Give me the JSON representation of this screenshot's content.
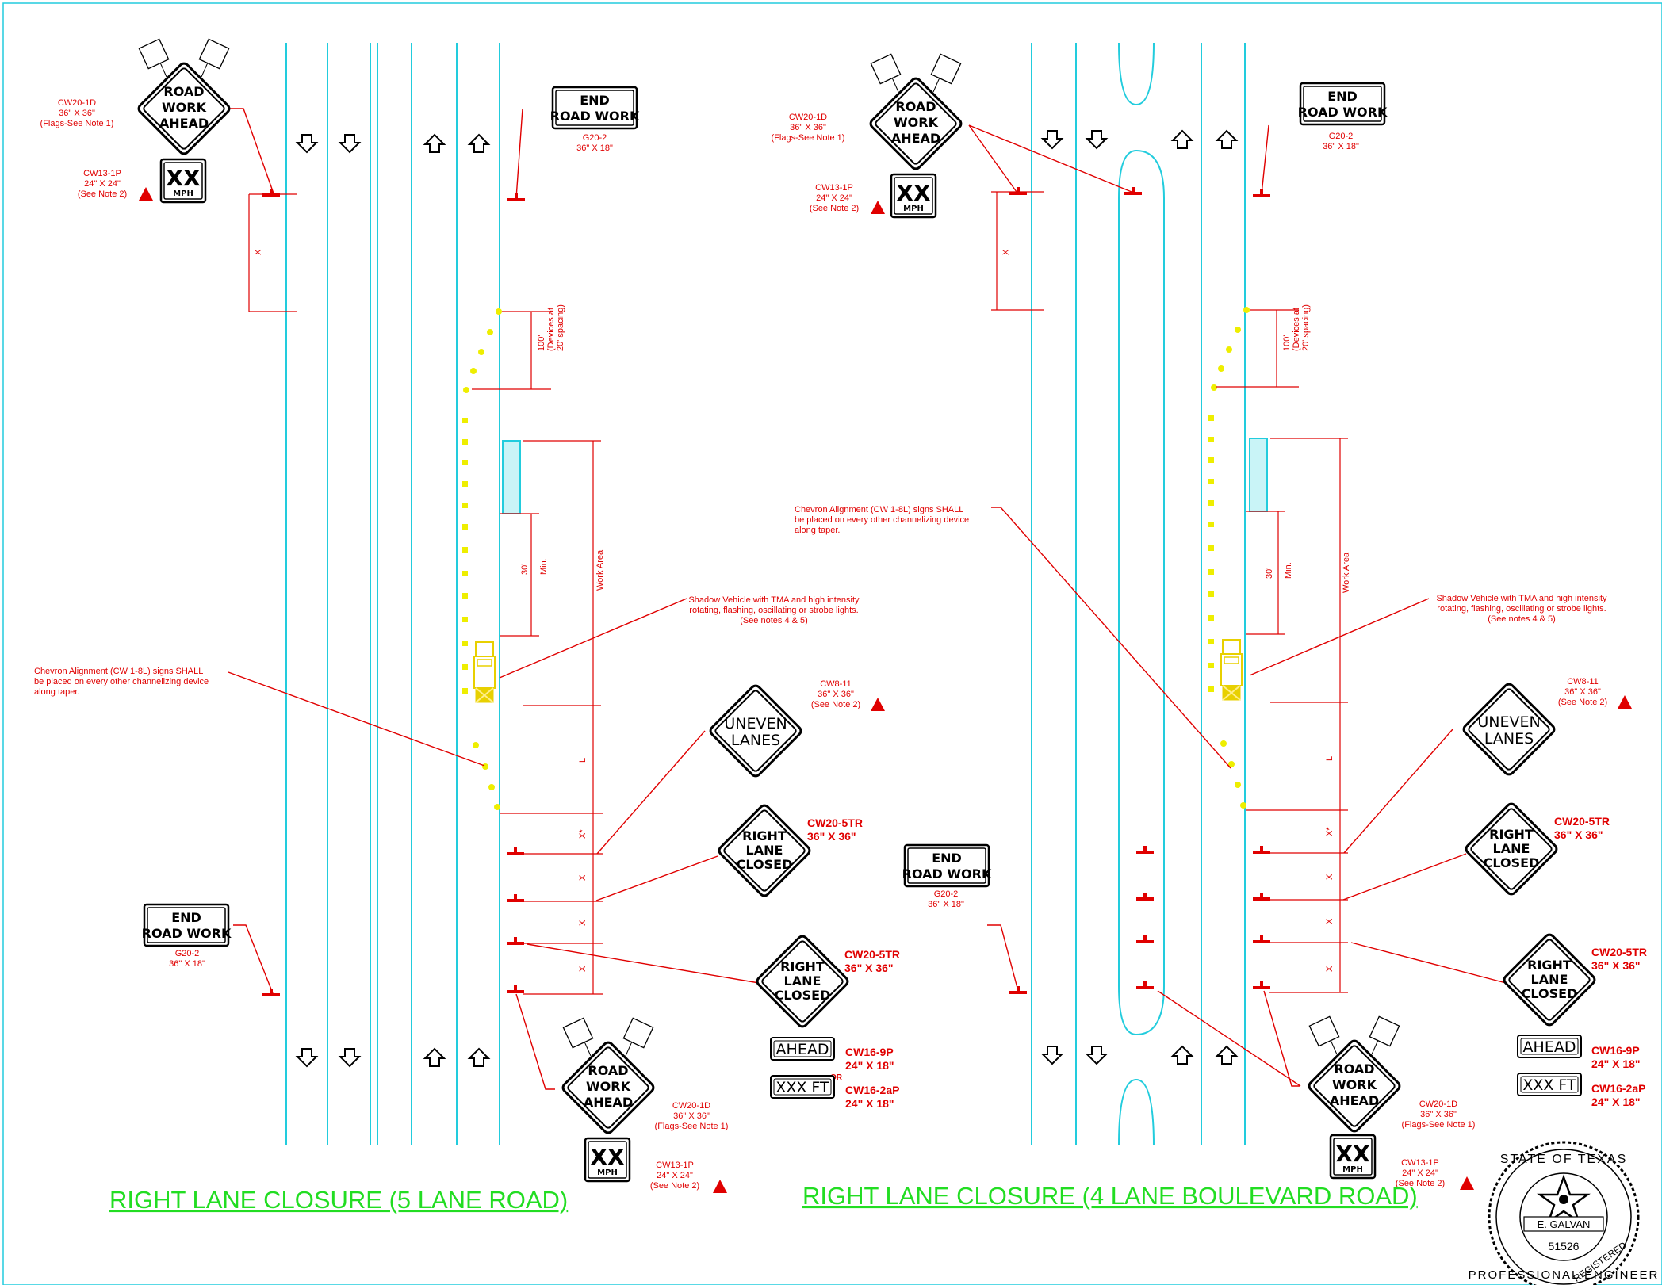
{
  "titles": {
    "left": "RIGHT LANE CLOSURE (5 LANE ROAD)",
    "right": "RIGHT LANE CLOSURE (4 LANE BOULEVARD ROAD)"
  },
  "signs": {
    "road_work": [
      "ROAD",
      "WORK",
      "AHEAD"
    ],
    "end": [
      "END",
      "ROAD WORK"
    ],
    "speed": [
      "XX",
      "MPH"
    ],
    "uneven": [
      "UNEVEN",
      "LANES"
    ],
    "right_lane": [
      "RIGHT",
      "LANE",
      "CLOSED"
    ],
    "ahead_plaque": "AHEAD",
    "distance_plaque": "XXX FT",
    "or": "OR"
  },
  "labels": {
    "cw20_1d": [
      "CW20-1D",
      "36\" X 36\"",
      "(Flags-See Note 1)"
    ],
    "cw13_1p": [
      "CW13-1P",
      "24\" X 24\"",
      "(See Note 2)"
    ],
    "g20_2": [
      "G20-2",
      "36\" X 18\""
    ],
    "cw8_11": [
      "CW8-11",
      "36\" X 36\"",
      "(See Note 2)"
    ],
    "cw20_5tr": [
      "CW20-5TR",
      "36\" X 36\""
    ],
    "cw16_9p": [
      "CW16-9P",
      "24\" X 18\""
    ],
    "cw16_2ap": [
      "CW16-2aP",
      "24\" X 18\""
    ],
    "chevron": [
      "Chevron Alignment (CW 1-8L) signs SHALL",
      "be placed on every other channelizing device",
      "along taper."
    ],
    "shadow": [
      "Shadow Vehicle with TMA and high intensity",
      "rotating, flashing, oscillating or strobe lights.",
      "(See notes 4 & 5)"
    ],
    "devices": [
      "100'",
      "(Devices at",
      "20' spacing)"
    ],
    "thirty": [
      "30'",
      "Min."
    ],
    "work_area": "Work Area",
    "x": "X",
    "x_star": "X*",
    "l": "L"
  },
  "seal": {
    "top": "STATE OF TEXAS",
    "name": "E. GALVAN",
    "number": "51526",
    "bottom": "PROFESSIONAL ENGINEER",
    "registered": "REGISTERED"
  },
  "colors": {
    "lane": "#22ccdd",
    "annotation": "#e00000",
    "device": "#eeee00",
    "title": "#22dd22"
  }
}
